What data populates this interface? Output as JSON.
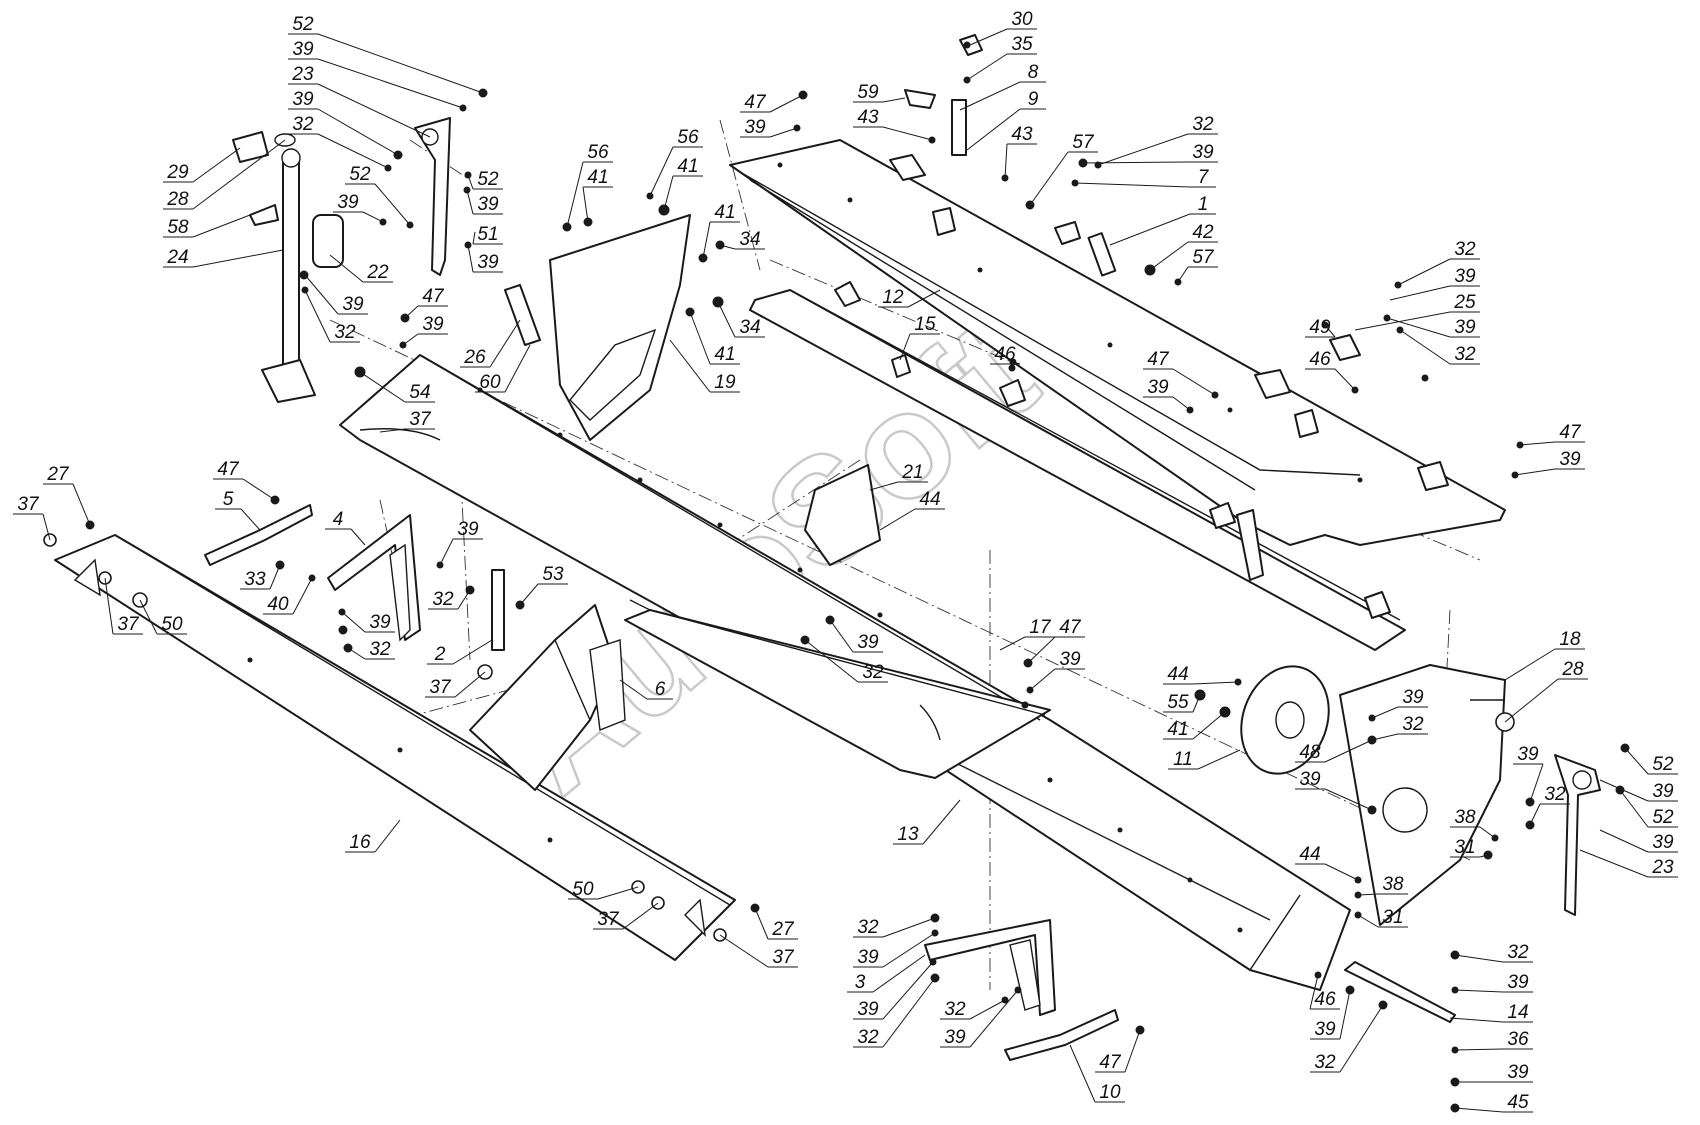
{
  "watermark": "AutoSoft",
  "callouts": [
    {
      "id": "c-52-a",
      "label": "52"
    },
    {
      "id": "c-39-a",
      "label": "39"
    },
    {
      "id": "c-23-a",
      "label": "23"
    },
    {
      "id": "c-39-b",
      "label": "39"
    },
    {
      "id": "c-32-a",
      "label": "32"
    },
    {
      "id": "c-52-b",
      "label": "52"
    },
    {
      "id": "c-39-c",
      "label": "39"
    },
    {
      "id": "c-52-c",
      "label": "52"
    },
    {
      "id": "c-39-d",
      "label": "39"
    },
    {
      "id": "c-51",
      "label": "51"
    },
    {
      "id": "c-39-e",
      "label": "39"
    },
    {
      "id": "c-29",
      "label": "29"
    },
    {
      "id": "c-28-a",
      "label": "28"
    },
    {
      "id": "c-58",
      "label": "58"
    },
    {
      "id": "c-24",
      "label": "24"
    },
    {
      "id": "c-22",
      "label": "22"
    },
    {
      "id": "c-39-f",
      "label": "39"
    },
    {
      "id": "c-32-b",
      "label": "32"
    },
    {
      "id": "c-47-a",
      "label": "47"
    },
    {
      "id": "c-39-g",
      "label": "39"
    },
    {
      "id": "c-54",
      "label": "54"
    },
    {
      "id": "c-37-a",
      "label": "37"
    },
    {
      "id": "c-56-a",
      "label": "56"
    },
    {
      "id": "c-41-a",
      "label": "41"
    },
    {
      "id": "c-56-b",
      "label": "56"
    },
    {
      "id": "c-41-b",
      "label": "41"
    },
    {
      "id": "c-41-c",
      "label": "41"
    },
    {
      "id": "c-34-a",
      "label": "34"
    },
    {
      "id": "c-34-b",
      "label": "34"
    },
    {
      "id": "c-41-d",
      "label": "41"
    },
    {
      "id": "c-26",
      "label": "26"
    },
    {
      "id": "c-60",
      "label": "60"
    },
    {
      "id": "c-19",
      "label": "19"
    },
    {
      "id": "c-30",
      "label": "30"
    },
    {
      "id": "c-35",
      "label": "35"
    },
    {
      "id": "c-8",
      "label": "8"
    },
    {
      "id": "c-9",
      "label": "9"
    },
    {
      "id": "c-59",
      "label": "59"
    },
    {
      "id": "c-43-a",
      "label": "43"
    },
    {
      "id": "c-43-b",
      "label": "43"
    },
    {
      "id": "c-47-b",
      "label": "47"
    },
    {
      "id": "c-39-h",
      "label": "39"
    },
    {
      "id": "c-57-a",
      "label": "57"
    },
    {
      "id": "c-32-c",
      "label": "32"
    },
    {
      "id": "c-39-i",
      "label": "39"
    },
    {
      "id": "c-7",
      "label": "7"
    },
    {
      "id": "c-1",
      "label": "1"
    },
    {
      "id": "c-42",
      "label": "42"
    },
    {
      "id": "c-57-b",
      "label": "57"
    },
    {
      "id": "c-12",
      "label": "12"
    },
    {
      "id": "c-15",
      "label": "15"
    },
    {
      "id": "c-32-d",
      "label": "32"
    },
    {
      "id": "c-39-j",
      "label": "39"
    },
    {
      "id": "c-25",
      "label": "25"
    },
    {
      "id": "c-49",
      "label": "49"
    },
    {
      "id": "c-39-k",
      "label": "39"
    },
    {
      "id": "c-32-e",
      "label": "32"
    },
    {
      "id": "c-46-a",
      "label": "46"
    },
    {
      "id": "c-47-c",
      "label": "47"
    },
    {
      "id": "c-46-b",
      "label": "46"
    },
    {
      "id": "c-39-l",
      "label": "39"
    },
    {
      "id": "c-47-d",
      "label": "47"
    },
    {
      "id": "c-39-m",
      "label": "39"
    },
    {
      "id": "c-27-a",
      "label": "27"
    },
    {
      "id": "c-37-b",
      "label": "37"
    },
    {
      "id": "c-47-e",
      "label": "47"
    },
    {
      "id": "c-5",
      "label": "5"
    },
    {
      "id": "c-4",
      "label": "4"
    },
    {
      "id": "c-39-n",
      "label": "39"
    },
    {
      "id": "c-33",
      "label": "33"
    },
    {
      "id": "c-40",
      "label": "40"
    },
    {
      "id": "c-32-f",
      "label": "32"
    },
    {
      "id": "c-39-o",
      "label": "39"
    },
    {
      "id": "c-32-g",
      "label": "32"
    },
    {
      "id": "c-53",
      "label": "53"
    },
    {
      "id": "c-2",
      "label": "2"
    },
    {
      "id": "c-37-c",
      "label": "37"
    },
    {
      "id": "c-37-d",
      "label": "37"
    },
    {
      "id": "c-50-a",
      "label": "50"
    },
    {
      "id": "c-21",
      "label": "21"
    },
    {
      "id": "c-44-a",
      "label": "44"
    },
    {
      "id": "c-6",
      "label": "6"
    },
    {
      "id": "c-39-p",
      "label": "39"
    },
    {
      "id": "c-32-h",
      "label": "32"
    },
    {
      "id": "c-17",
      "label": "17"
    },
    {
      "id": "c-47-f",
      "label": "47"
    },
    {
      "id": "c-39-q",
      "label": "39"
    },
    {
      "id": "c-16",
      "label": "16"
    },
    {
      "id": "c-13",
      "label": "13"
    },
    {
      "id": "c-44-b",
      "label": "44"
    },
    {
      "id": "c-55",
      "label": "55"
    },
    {
      "id": "c-41-e",
      "label": "41"
    },
    {
      "id": "c-11",
      "label": "11"
    },
    {
      "id": "c-48",
      "label": "48"
    },
    {
      "id": "c-39-r",
      "label": "39"
    },
    {
      "id": "c-18",
      "label": "18"
    },
    {
      "id": "c-28-b",
      "label": "28"
    },
    {
      "id": "c-39-s",
      "label": "39"
    },
    {
      "id": "c-32-i",
      "label": "32"
    },
    {
      "id": "c-39-t",
      "label": "39"
    },
    {
      "id": "c-32-j",
      "label": "32"
    },
    {
      "id": "c-52-d",
      "label": "52"
    },
    {
      "id": "c-39-u",
      "label": "39"
    },
    {
      "id": "c-52-e",
      "label": "52"
    },
    {
      "id": "c-39-v",
      "label": "39"
    },
    {
      "id": "c-23-b",
      "label": "23"
    },
    {
      "id": "c-38-a",
      "label": "38"
    },
    {
      "id": "c-31-a",
      "label": "31"
    },
    {
      "id": "c-44-c",
      "label": "44"
    },
    {
      "id": "c-38-b",
      "label": "38"
    },
    {
      "id": "c-31-b",
      "label": "31"
    },
    {
      "id": "c-50-b",
      "label": "50"
    },
    {
      "id": "c-37-e",
      "label": "37"
    },
    {
      "id": "c-27-b",
      "label": "27"
    },
    {
      "id": "c-37-f",
      "label": "37"
    },
    {
      "id": "c-32-k",
      "label": "32"
    },
    {
      "id": "c-39-w",
      "label": "39"
    },
    {
      "id": "c-3",
      "label": "3"
    },
    {
      "id": "c-39-x",
      "label": "39"
    },
    {
      "id": "c-32-l",
      "label": "32"
    },
    {
      "id": "c-32-m",
      "label": "32"
    },
    {
      "id": "c-39-y",
      "label": "39"
    },
    {
      "id": "c-46-c",
      "label": "46"
    },
    {
      "id": "c-39-z",
      "label": "39"
    },
    {
      "id": "c-32-n",
      "label": "32"
    },
    {
      "id": "c-47-g",
      "label": "47"
    },
    {
      "id": "c-10",
      "label": "10"
    },
    {
      "id": "c-32-o",
      "label": "32"
    },
    {
      "id": "c-39-aa",
      "label": "39"
    },
    {
      "id": "c-14",
      "label": "14"
    },
    {
      "id": "c-36",
      "label": "36"
    },
    {
      "id": "c-39-ab",
      "label": "39"
    },
    {
      "id": "c-45",
      "label": "45"
    }
  ]
}
